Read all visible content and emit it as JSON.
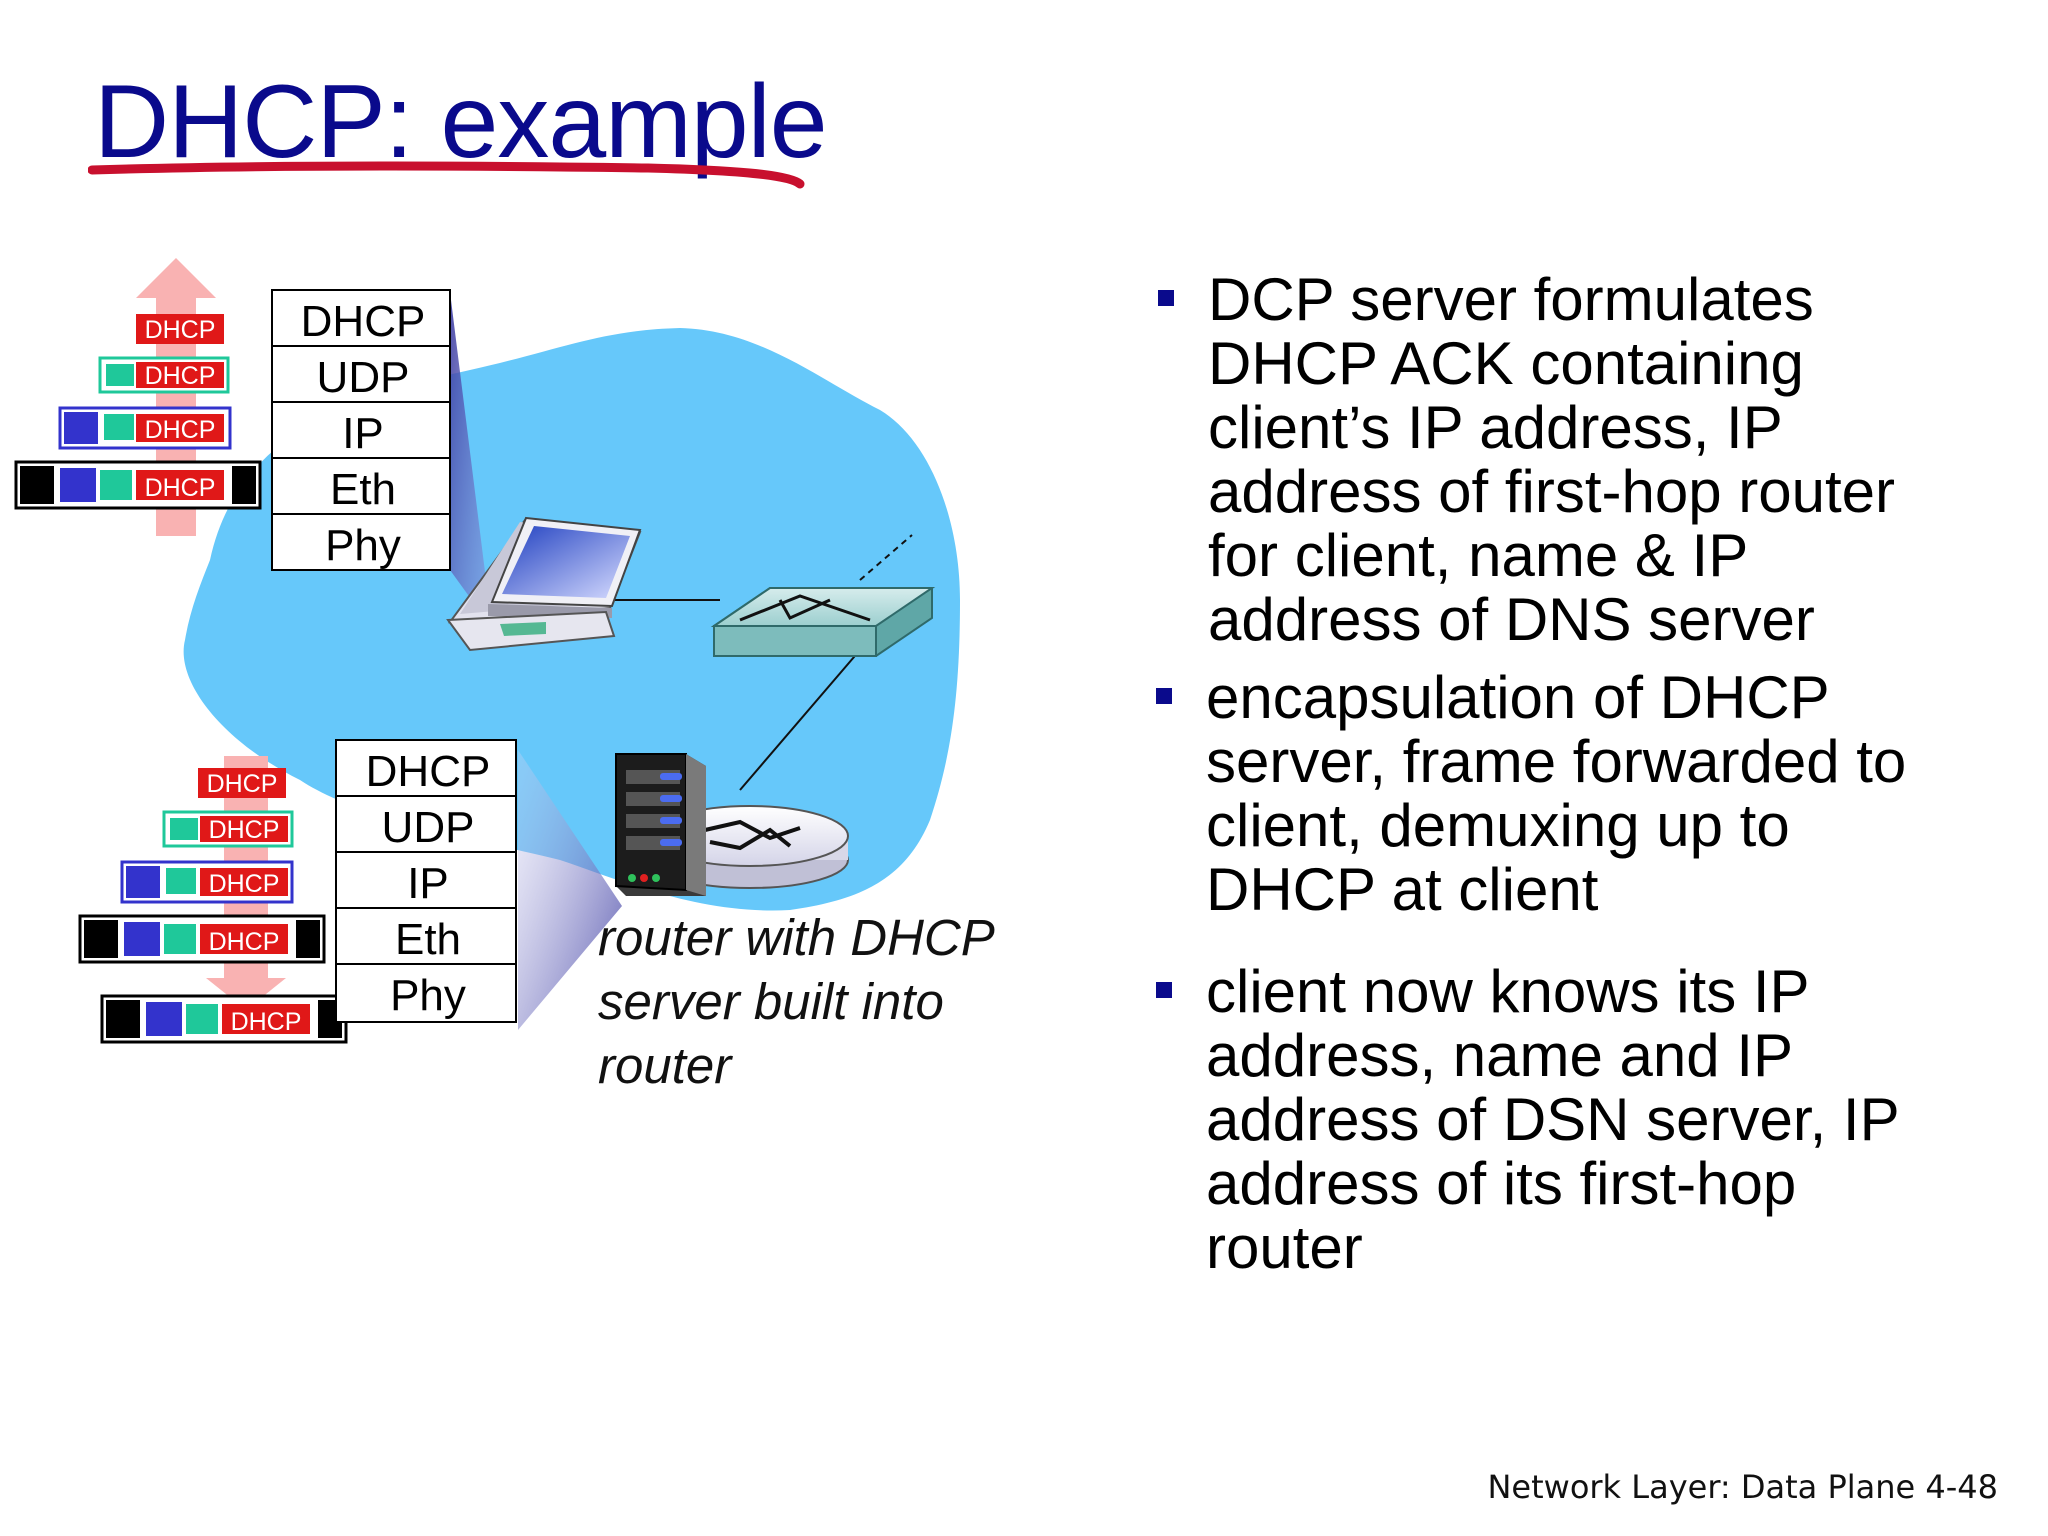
{
  "slide": {
    "title": "DHCP: example",
    "footer": "Network Layer: Data Plane  4-48"
  },
  "diagram": {
    "protocol_stack_labels": [
      "DHCP",
      "UDP",
      "IP",
      "Eth",
      "Phy"
    ],
    "packet_label": "DHCP",
    "caption": "router with DHCP server built into router"
  },
  "bullets": [
    "DCP server formulates DHCP ACK containing client’s IP address, IP address of first-hop router for client, name & IP address of DNS server",
    "encapsulation of DHCP server, frame forwarded to client, demuxing up to DHCP at client",
    "client now knows its IP address, name and IP address of DSN server, IP address of its first-hop router"
  ],
  "colors": {
    "title": "#0a0a8c",
    "underline": "#c8102e",
    "cloud": "#66c8fa",
    "dhcp_box": "#e01818",
    "udp_header": "#1fc89a",
    "ip_header": "#3333cc",
    "eth_header": "#000000",
    "bullet": "#0a0a8c"
  }
}
